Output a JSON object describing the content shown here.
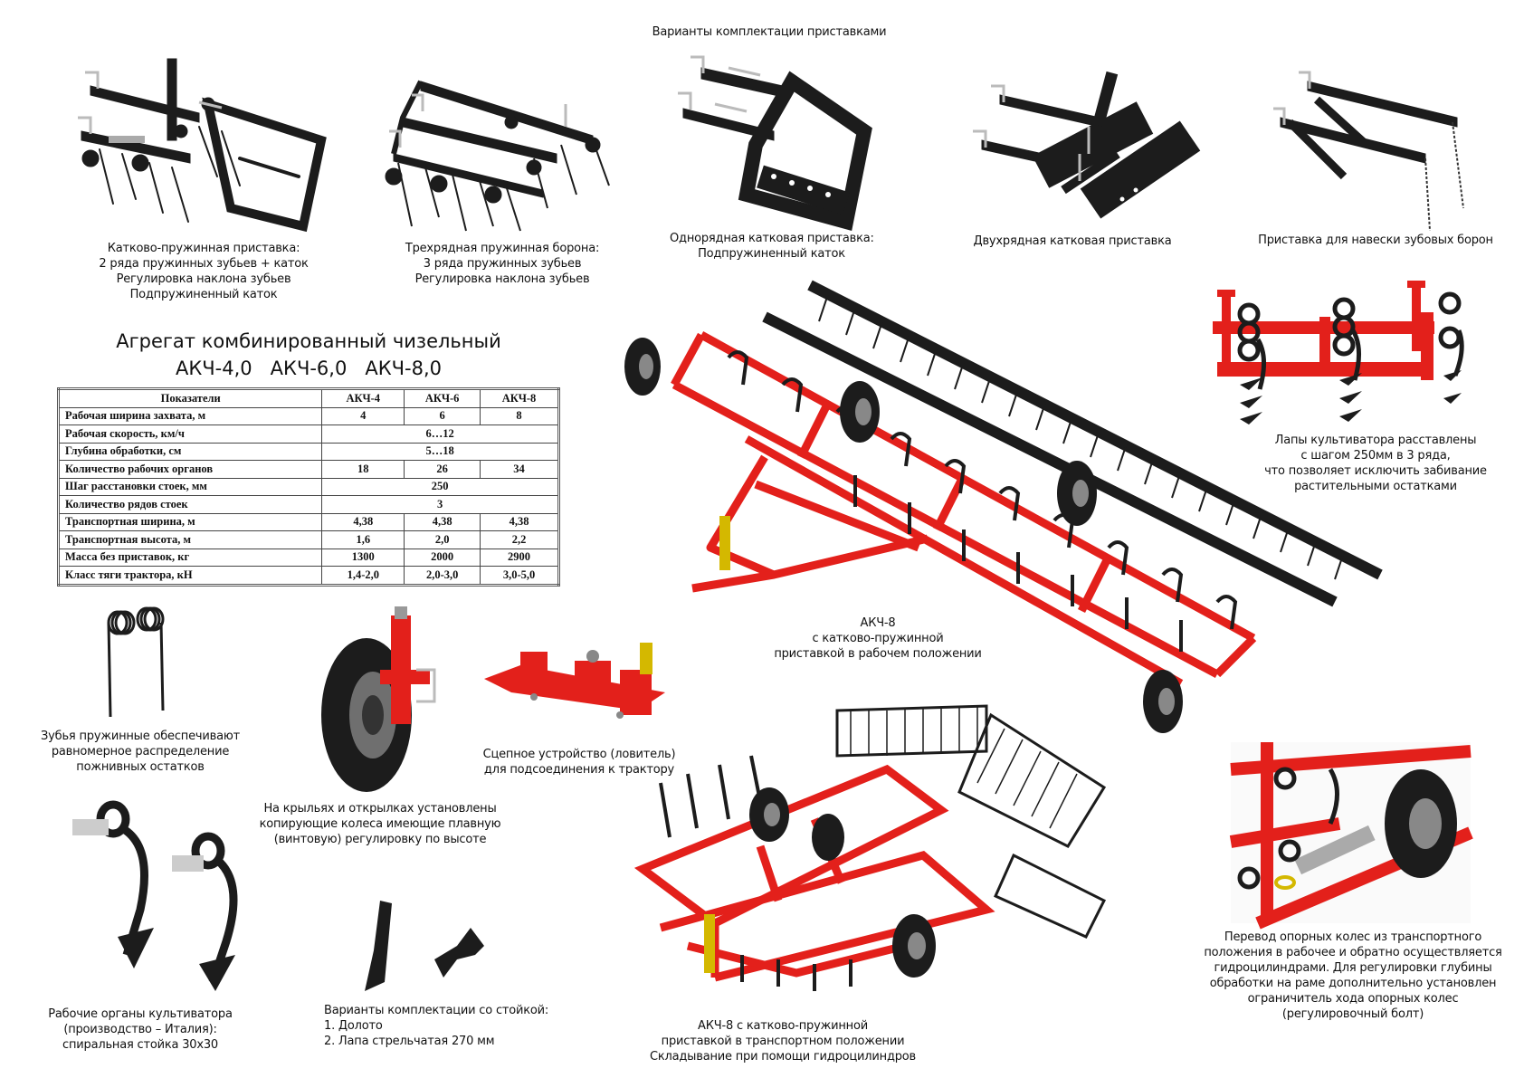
{
  "colors": {
    "frame_red": "#e3201b",
    "metal_black": "#1c1c1c",
    "text": "#111111"
  },
  "attachments_heading": "Варианты комплектации приставками",
  "attachments": [
    {
      "lines": [
        "Катково-пружинная приставка:",
        "2 ряда пружинных зубьев + каток",
        "Регулировка наклона зубьев",
        "Подпружиненный каток"
      ]
    },
    {
      "lines": [
        "Трехрядная пружинная борона:",
        "3 ряда пружинных зубьев",
        "Регулировка наклона зубьев"
      ]
    },
    {
      "lines": [
        "Однорядная катковая приставка:",
        "Подпружиненный каток"
      ]
    },
    {
      "lines": [
        "Двухрядная катковая приставка"
      ]
    },
    {
      "lines": [
        "Приставка для навески зубовых борон"
      ]
    }
  ],
  "title": {
    "line1": "Агрегат комбинированный чизельный",
    "line2": "АКЧ-4,0   АКЧ-6,0   АКЧ-8,0"
  },
  "spec_table": {
    "headers": [
      "Показатели",
      "АКЧ-4",
      "АКЧ-6",
      "АКЧ-8"
    ],
    "rows": [
      {
        "label": "Рабочая ширина захвата, м",
        "values": [
          "4",
          "6",
          "8"
        ]
      },
      {
        "label": "Рабочая скорость, км/ч",
        "values": [
          "6…12"
        ]
      },
      {
        "label": "Глубина обработки, см",
        "values": [
          "5…18"
        ]
      },
      {
        "label": "Количество рабочих органов",
        "values": [
          "18",
          "26",
          "34"
        ]
      },
      {
        "label": "Шаг расстановки стоек, мм",
        "values": [
          "250"
        ]
      },
      {
        "label": "Количество рядов стоек",
        "values": [
          "3"
        ]
      },
      {
        "label": "Транспортная ширина, м",
        "values": [
          "4,38",
          "4,38",
          "4,38"
        ]
      },
      {
        "label": "Транспортная высота, м",
        "values": [
          "1,6",
          "2,0",
          "2,2"
        ]
      },
      {
        "label": "Масса без приставок, кг",
        "values": [
          "1300",
          "2000",
          "2900"
        ]
      },
      {
        "label": "Класс тяги трактора, кН",
        "values": [
          "1,4-2,0",
          "2,0-3,0",
          "3,0-5,0"
        ]
      }
    ]
  },
  "features": {
    "shanks_spacing": [
      "Лапы культиватора расставлены",
      "с шагом 250мм в 3 ряда,",
      "что позволяет исключить забивание",
      "растительными остатками"
    ],
    "working_position": [
      "АКЧ-8",
      "с катково-пружинной",
      "приставкой в рабочем положении"
    ],
    "spring_teeth": [
      "Зубья пружинные обеспечивают",
      "равномерное распределение",
      "пожнивных остатков"
    ],
    "wheels": [
      "На крыльях и открылках установлены",
      "копирующие колеса имеющие плавную",
      "(винтовую) регулировку по высоте"
    ],
    "hitch": [
      "Сцепное устройство (ловитель)",
      "для подсоединения к трактору"
    ],
    "working_organs": [
      "Рабочие органы культиватора",
      "(производство – Италия):",
      "спиральная стойка 30х30"
    ],
    "shank_options": [
      "Варианты комплектации со стойкой:",
      "1. Долото",
      "2. Лапа стрельчатая 270 мм"
    ],
    "transport_position": [
      "АКЧ-8 с катково-пружинной",
      "приставкой в транспортном положении",
      "Складывание при помощи гидроцилиндров"
    ],
    "wheel_transfer": [
      "Перевод опорных колес из транспортного",
      "положения в рабочее и обратно осуществляется",
      "гидроцилиндрами. Для регулировки глубины",
      "обработки на раме дополнительно установлен",
      "ограничитель хода опорных колес",
      "(регулировочный болт)"
    ]
  }
}
